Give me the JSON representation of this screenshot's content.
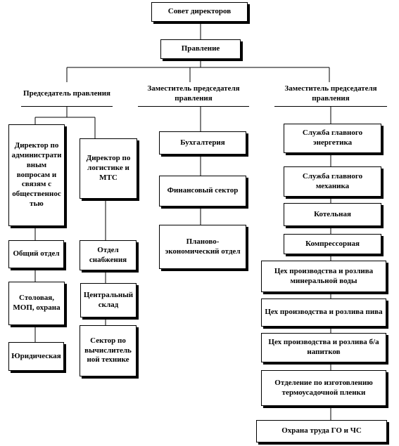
{
  "top": {
    "board": "Совет директоров",
    "management": "Правление"
  },
  "columns": {
    "chair": {
      "title": "Председатель правления",
      "left": {
        "director": "Директор по административным вопросам и связям с общественностью",
        "items": [
          "Общий отдел",
          "Столовая, МОП, охрана",
          "Юридическая"
        ]
      },
      "right": {
        "director": "Директор по логистике и МТС",
        "items": [
          "Отдел снабжения",
          "Центральный склад",
          "Сектор по вычислительной технике"
        ]
      }
    },
    "deputy1": {
      "title": "Заместитель председателя правления",
      "items": [
        "Бухгалтерия",
        "Финансовый сектор",
        "Планово-экономический отдел"
      ]
    },
    "deputy2": {
      "title": "Заместитель председателя правления",
      "items": [
        "Служба главного энергетика",
        "Служба главного механика",
        "Котельная",
        "Компрессорная",
        "Цех производства и розлива минеральной воды",
        "Цех производства и розлива пива",
        "Цех производства и розлива б/а напитков",
        "Отделение по изготовлению термоусадочной пленки",
        "Охрана труда ГО и ЧС"
      ]
    }
  }
}
